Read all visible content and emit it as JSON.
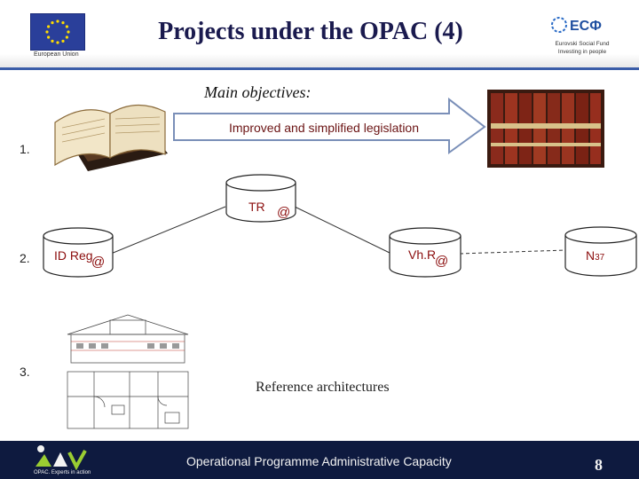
{
  "header": {
    "title": "Projects under the OPAC (4)",
    "eu_label": "European Union",
    "esf_logo_text": "ЕСФ",
    "esf_label_line1": "Eurovski Social Fund",
    "esf_label_line2": "Investing in people"
  },
  "main": {
    "subtitle": "Main objectives:",
    "arrow_label": "Improved and simplified legislation",
    "items": [
      "1.",
      "2.",
      "3."
    ],
    "nodes": {
      "tr": "TR",
      "id_reg": "ID Reg",
      "vhr": "Vh.R",
      "n_main": "N",
      "n_sub": "37",
      "at": "@"
    },
    "reference": "Reference architectures"
  },
  "footer": {
    "title": "Operational Programme Administrative Capacity",
    "subtitle": "OPAC. Experts in action",
    "page_number": "8"
  },
  "colors": {
    "header_rule": "#3b5da8",
    "footer_bg": "#0e1a3f",
    "eu_blue": "#2a3f9a",
    "label_red": "#8b0d0d"
  }
}
